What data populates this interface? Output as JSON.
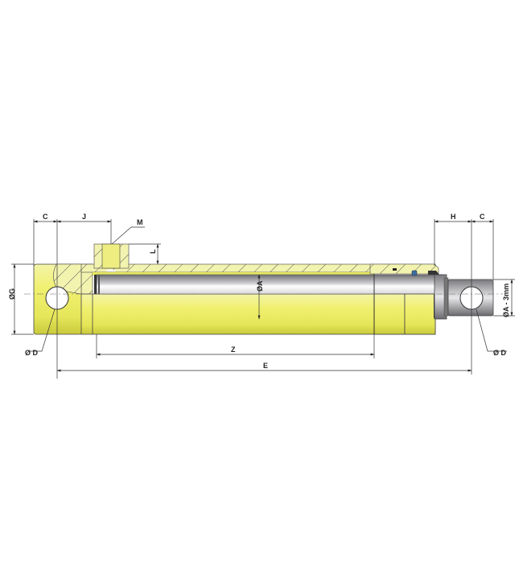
{
  "diagram": {
    "subject": "Double-acting hydraulic cylinder cross-section with dimension callouts",
    "labels": {
      "c_left": "C",
      "j": "J",
      "m": "M",
      "l": "L",
      "og": "ØG",
      "od_left": "Ø D",
      "oa_center": "ØA",
      "z": "Z",
      "e": "E",
      "h": "H",
      "c_right": "C",
      "oa_minus": "ØA - 3mm",
      "od_right": "Ø D"
    },
    "colors": {
      "barrel_yellow": "#ecec6a",
      "barrel_highlight": "#f7f7b8",
      "barrel_shadow": "#c8c83c",
      "rod_steel": "#8a8a8e",
      "rod_highlight": "#f2f2f2",
      "seal_blue": "#3d6fa0",
      "seal_black": "#222222",
      "line": "#333333"
    }
  }
}
